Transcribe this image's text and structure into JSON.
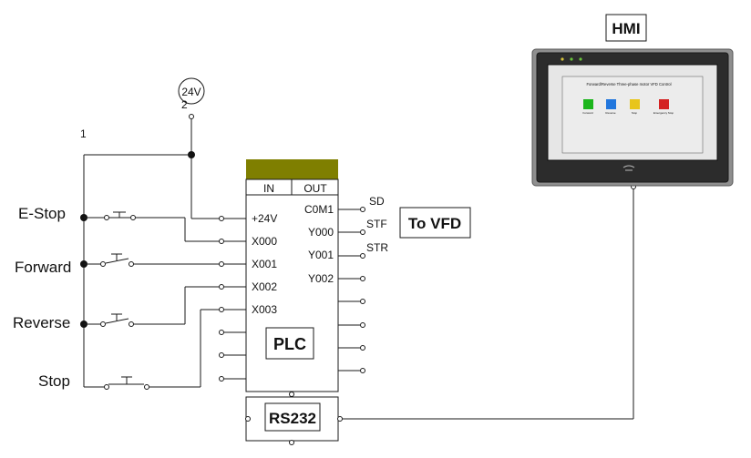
{
  "supply": {
    "label": "24V",
    "pin_top": "2",
    "rail_number": "1"
  },
  "inputs": [
    {
      "name": "e-stop",
      "label": "E-Stop"
    },
    {
      "name": "forward",
      "label": "Forward"
    },
    {
      "name": "reverse",
      "label": "Reverse"
    },
    {
      "name": "stop",
      "label": "Stop"
    }
  ],
  "plc": {
    "label": "PLC",
    "header_color": "#7f7f00",
    "col_in": "IN",
    "col_out": "OUT",
    "in_pins": [
      "+24V",
      "X000",
      "X001",
      "X002",
      "X003"
    ],
    "out_pins": [
      "C0M1",
      "Y000",
      "Y001",
      "Y002"
    ],
    "out_signals": [
      "SD",
      "STF",
      "STR"
    ]
  },
  "to_vfd": "To VFD",
  "rs232": "RS232",
  "hmi": {
    "label": "HMI",
    "screen_title": "Forward/Reverse Three-phase motor VFD Control",
    "buttons": [
      {
        "label": "Forward",
        "color": "#1bb51b"
      },
      {
        "label": "Reverse",
        "color": "#2277dd"
      },
      {
        "label": "Stop",
        "color": "#e8c51a"
      },
      {
        "label": "Emergency Stop",
        "color": "#d42121"
      }
    ]
  }
}
